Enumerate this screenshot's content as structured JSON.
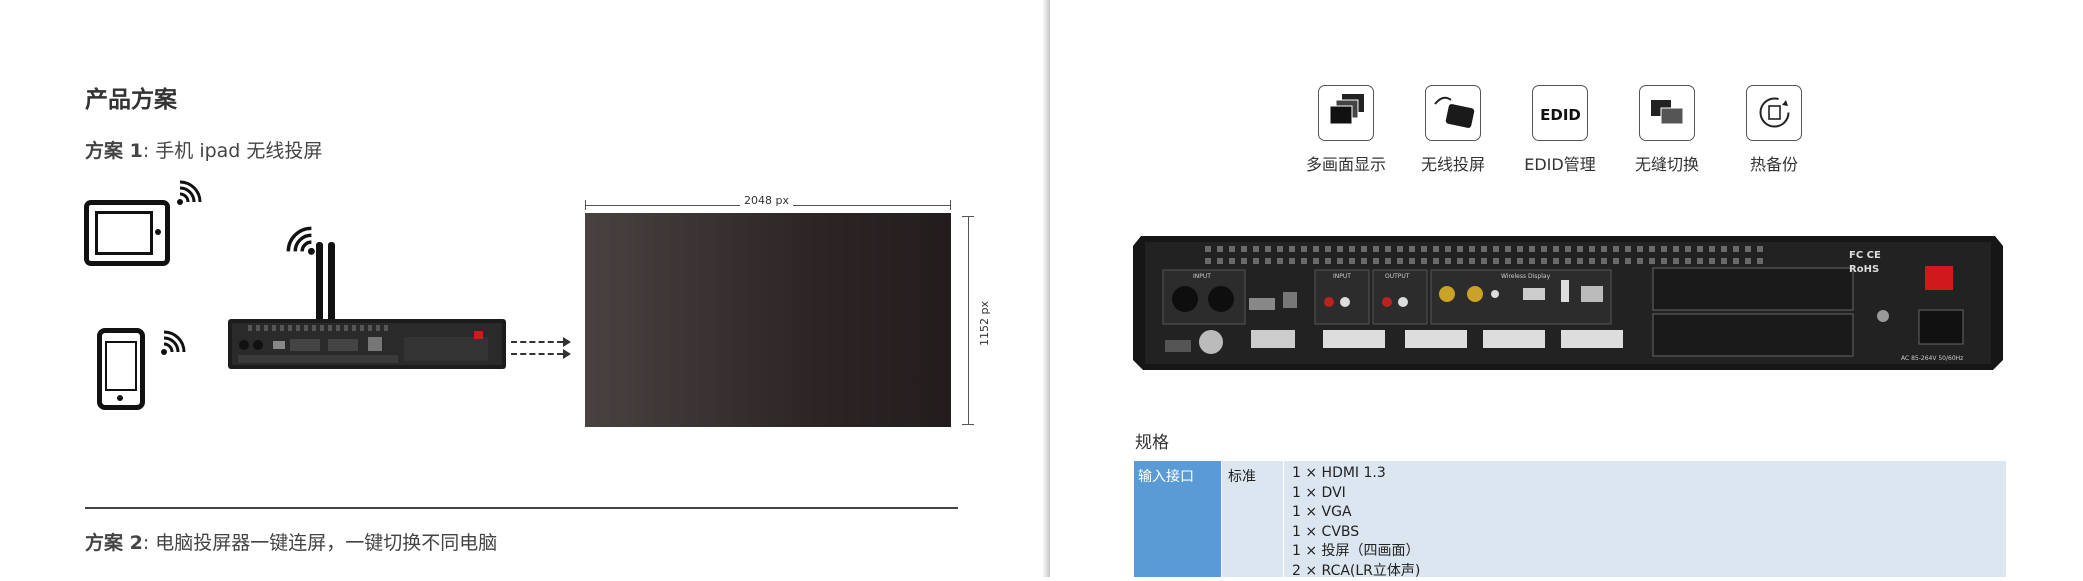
{
  "left_page": {
    "heading": "产品方案",
    "scheme1": {
      "num": "方案 1",
      "text": ": 手机 ipad 无线投屏"
    },
    "scheme2": {
      "num": "方案 2",
      "text": ": 电脑投屏器一键连屏，一键切换不同电脑"
    },
    "screen_width_label": "2048 px",
    "screen_height_label": "1152 px"
  },
  "features": [
    {
      "icon": "multi-screen-icon",
      "label": "多画面显示"
    },
    {
      "icon": "wireless-cast-icon",
      "label": "无线投屏"
    },
    {
      "icon": "edid-icon",
      "icon_text": "EDID",
      "label": "EDID管理"
    },
    {
      "icon": "seamless-switch-icon",
      "label": "无缝切换"
    },
    {
      "icon": "hot-backup-icon",
      "label": "热备份"
    }
  ],
  "device_labels": {
    "input": "INPUT",
    "output": "OUTPUT",
    "wireless": "Wireless Display",
    "fc": "FC CE",
    "rohs": "RoHS",
    "power": "AC 85-264V 50/60Hz"
  },
  "specs": {
    "title": "规格",
    "rows": [
      {
        "category": "输入接口",
        "subcategory": "标准",
        "values": [
          "1 × HDMI 1.3",
          "1 × DVI",
          "1 × VGA",
          "1 × CVBS",
          "1 × 投屏（四画面）",
          "2 × RCA(LR立体声)"
        ]
      }
    ]
  },
  "colors": {
    "spec_header": "#5b9bd5",
    "spec_cell": "#dce6f1",
    "screen": "#2e2526"
  }
}
